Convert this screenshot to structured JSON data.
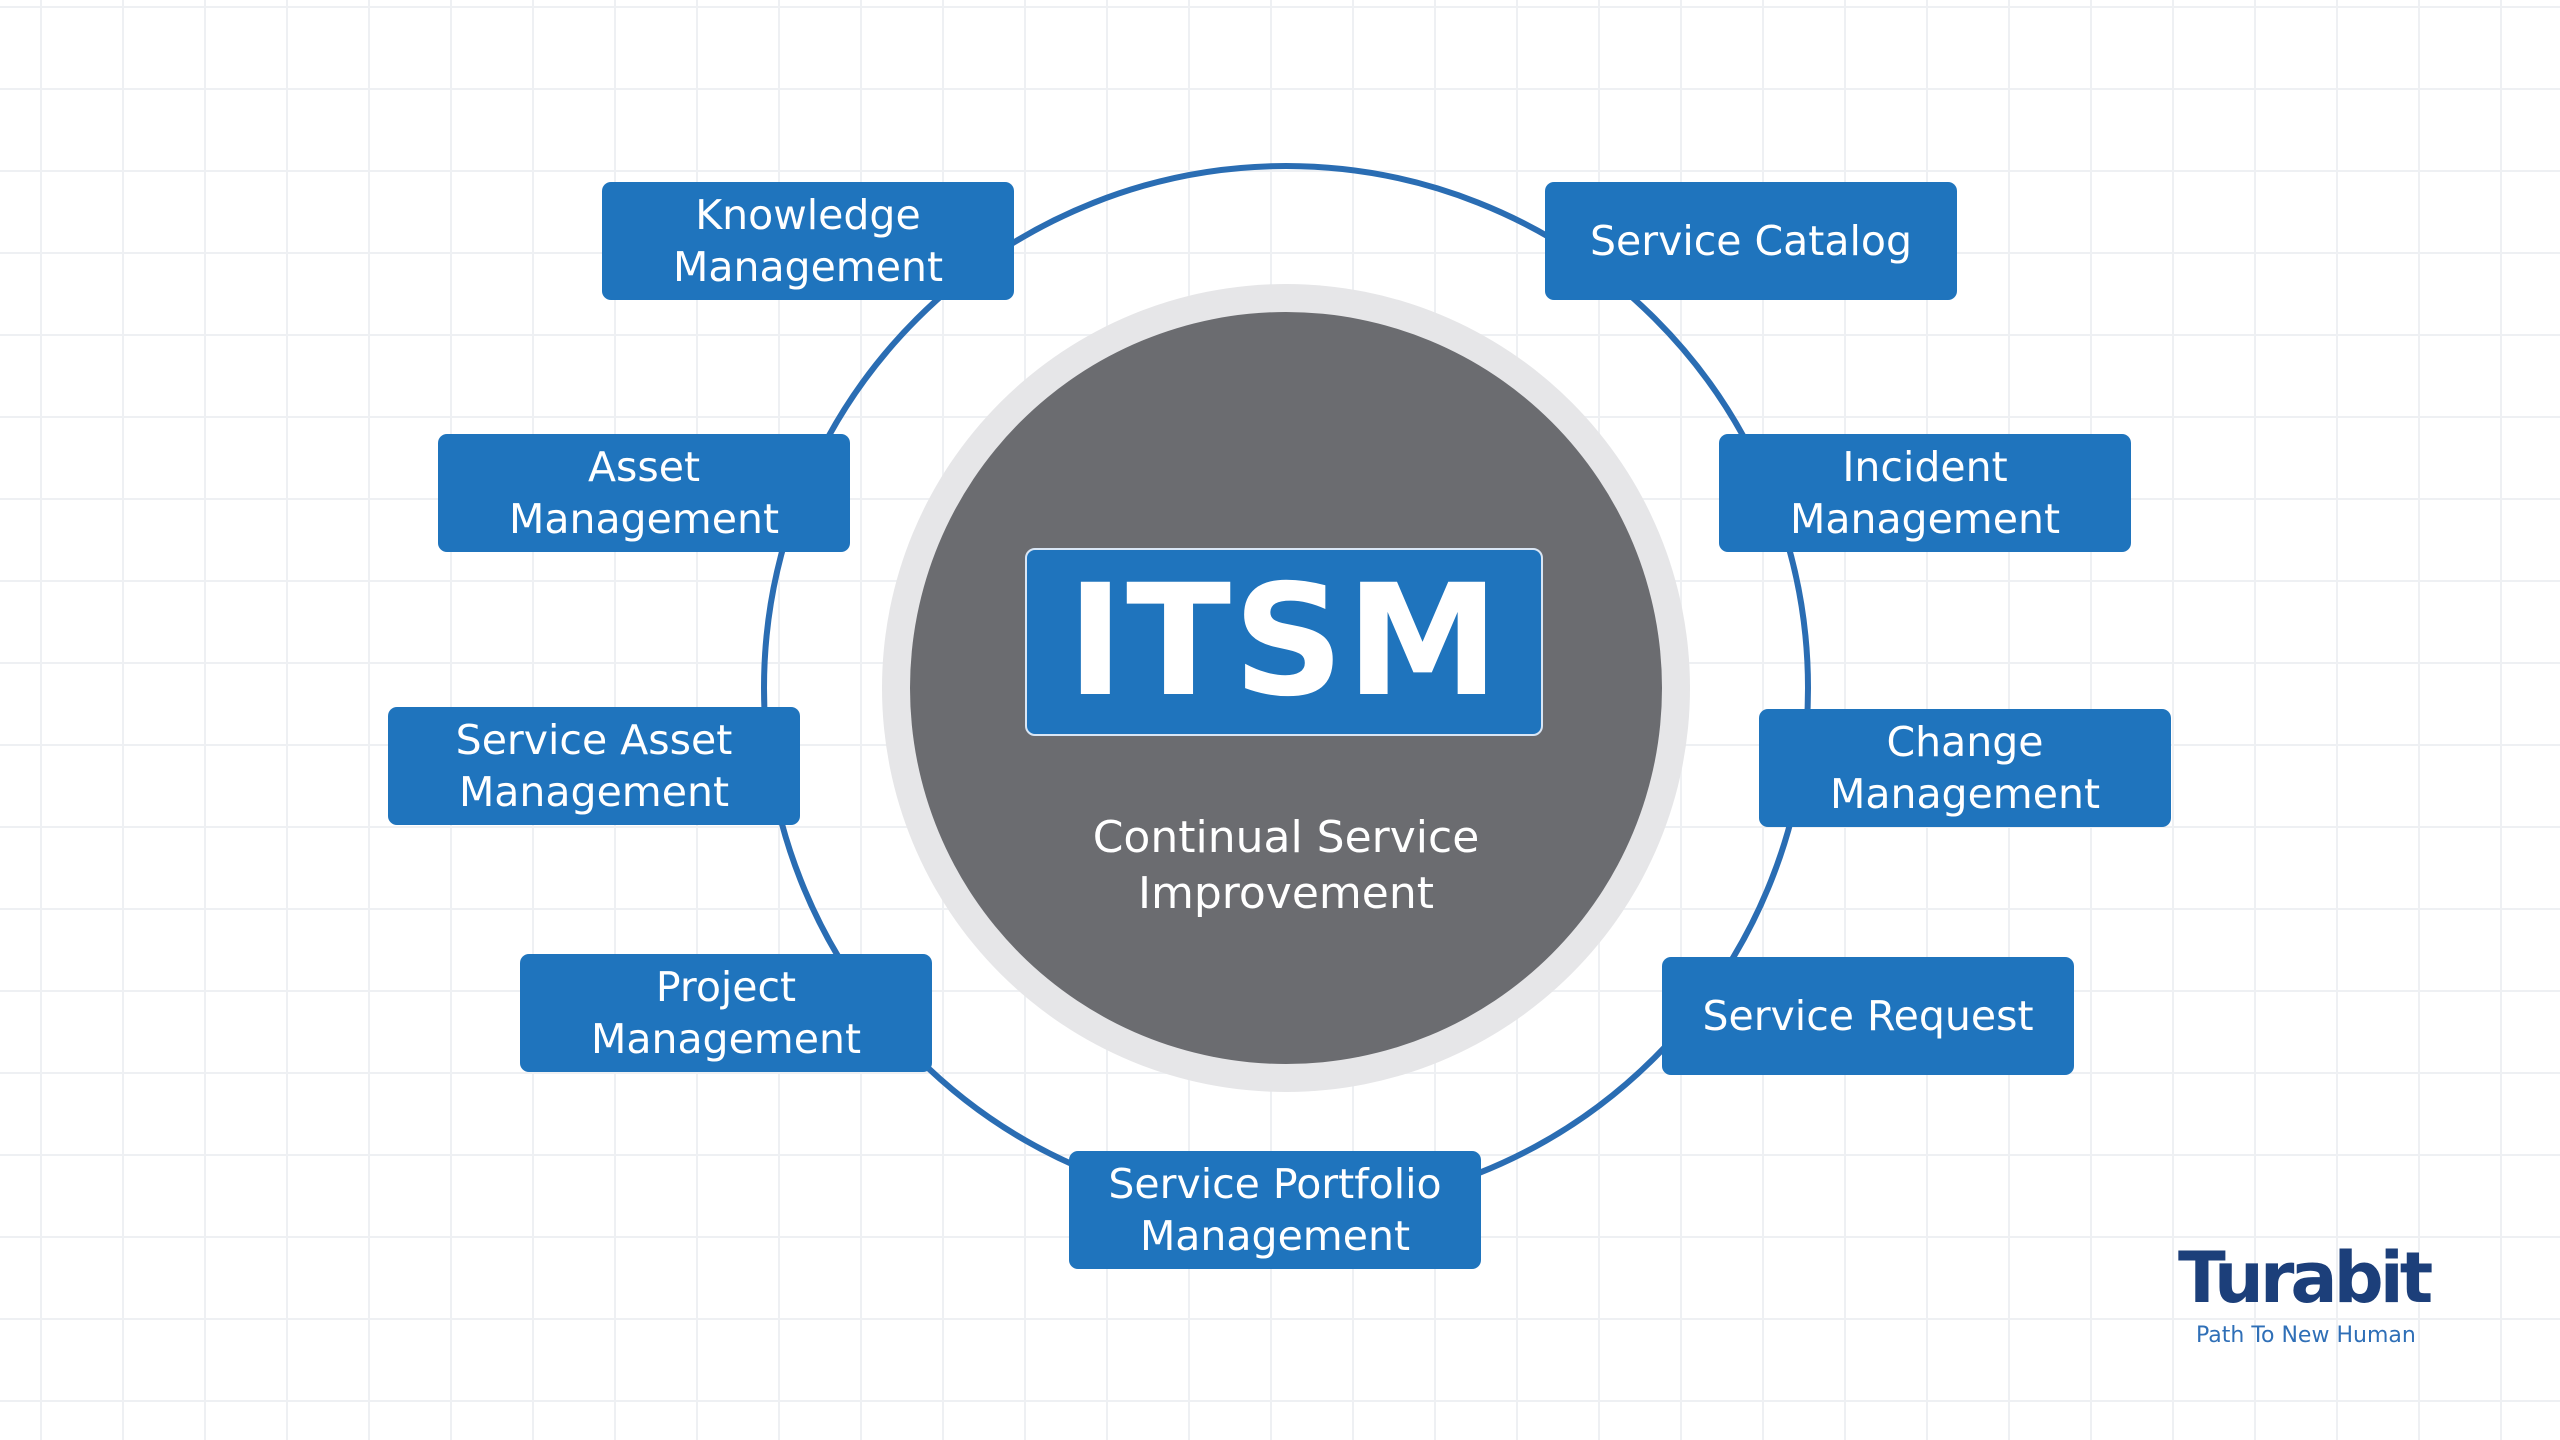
{
  "center": {
    "title": "ITSM",
    "caption": "Continual Service\nImprovement"
  },
  "nodes": [
    {
      "label": "Knowledge\nManagement"
    },
    {
      "label": "Asset\nManagement"
    },
    {
      "label": "Service Asset\nManagement"
    },
    {
      "label": "Project\nManagement"
    },
    {
      "label": "Service Portfolio\nManagement"
    },
    {
      "label": "Service Request"
    },
    {
      "label": "Change\nManagement"
    },
    {
      "label": "Incident\nManagement"
    },
    {
      "label": "Service Catalog"
    }
  ],
  "logo": {
    "wordmark": "Turabit",
    "tagline": "Path To New Human"
  },
  "colors": {
    "node_blue": "#1f74bd",
    "ring_blue": "#2a6db3",
    "core_gray": "#6b6c70",
    "halo_gray": "#e6e6e8",
    "logo_navy": "#1c3f7a"
  }
}
